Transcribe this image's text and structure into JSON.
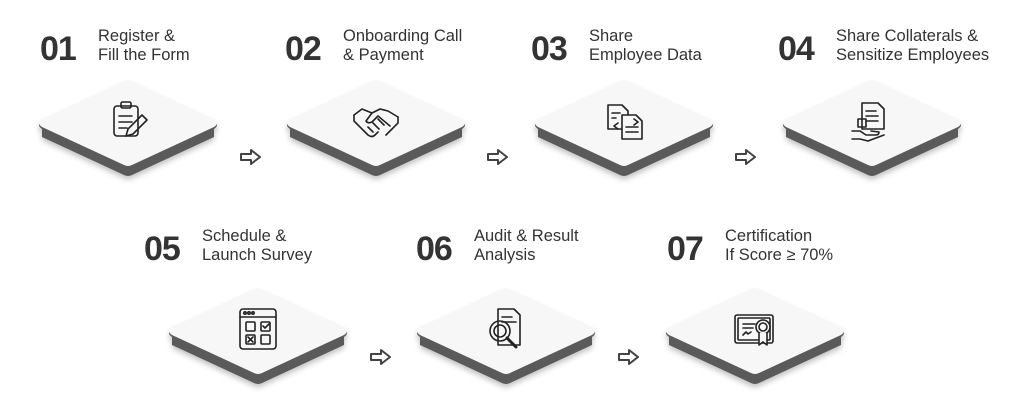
{
  "steps": [
    {
      "number": "01",
      "line1": "Register &",
      "line2": "Fill the Form",
      "icon": "clipboard-pen-icon"
    },
    {
      "number": "02",
      "line1": "Onboarding Call",
      "line2": "& Payment",
      "icon": "handshake-icon"
    },
    {
      "number": "03",
      "line1": "Share",
      "line2": "Employee Data",
      "icon": "file-exchange-icon"
    },
    {
      "number": "04",
      "line1": "Share Collaterals &",
      "line2": "Sensitize Employees",
      "icon": "document-hand-icon"
    },
    {
      "number": "05",
      "line1": "Schedule &",
      "line2": "Launch Survey",
      "icon": "survey-window-icon"
    },
    {
      "number": "06",
      "line1": "Audit & Result",
      "line2": "Analysis",
      "icon": "document-magnifier-icon"
    },
    {
      "number": "07",
      "line1": "Certification",
      "line2": "If Score ≥ 70%",
      "icon": "certificate-icon"
    }
  ],
  "colors": {
    "tile_top": "#f7f7f7",
    "tile_side": "#5a5a5a",
    "text": "#333333"
  }
}
